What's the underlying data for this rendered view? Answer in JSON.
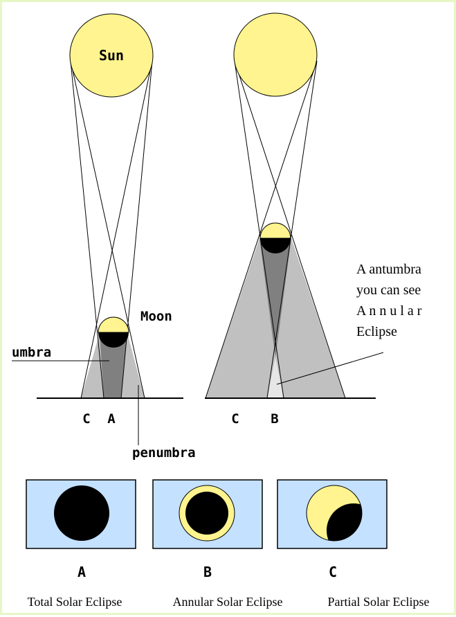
{
  "labels": {
    "sun": "Sun",
    "moon": "Moon",
    "umbra": "umbra",
    "penumbra": "penumbra",
    "antumbra_lines": [
      "A antumbra",
      "you can see",
      "A n n u l a r",
      "Eclipse"
    ],
    "ground_left_c": "C",
    "ground_left_a": "A",
    "ground_right_c": "C",
    "ground_right_b": "B"
  },
  "panels": [
    {
      "letter": "A",
      "caption": "Total Solar Eclipse"
    },
    {
      "letter": "B",
      "caption": "Annular Solar Eclipse"
    },
    {
      "letter": "C",
      "caption": "Partial Solar Eclipse"
    }
  ],
  "colors": {
    "border": "#e6f7c5",
    "sun": "#fff48f",
    "penumbra": "#c0c0c0",
    "umbra": "#808080",
    "antumbra": "#e6e6e6",
    "panel_sky": "#c4e1ff",
    "dark": "#000000"
  }
}
